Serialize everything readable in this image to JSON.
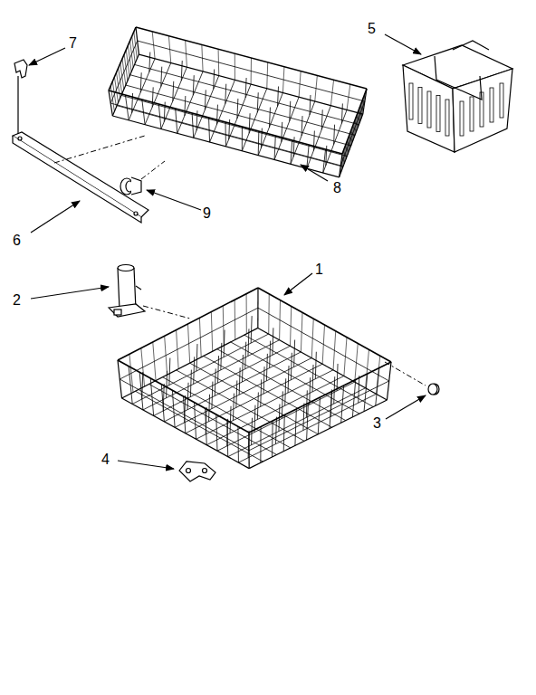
{
  "diagram": {
    "labels": [
      "7",
      "5",
      "8",
      "9",
      "6",
      "1",
      "2",
      "3",
      "4"
    ]
  }
}
